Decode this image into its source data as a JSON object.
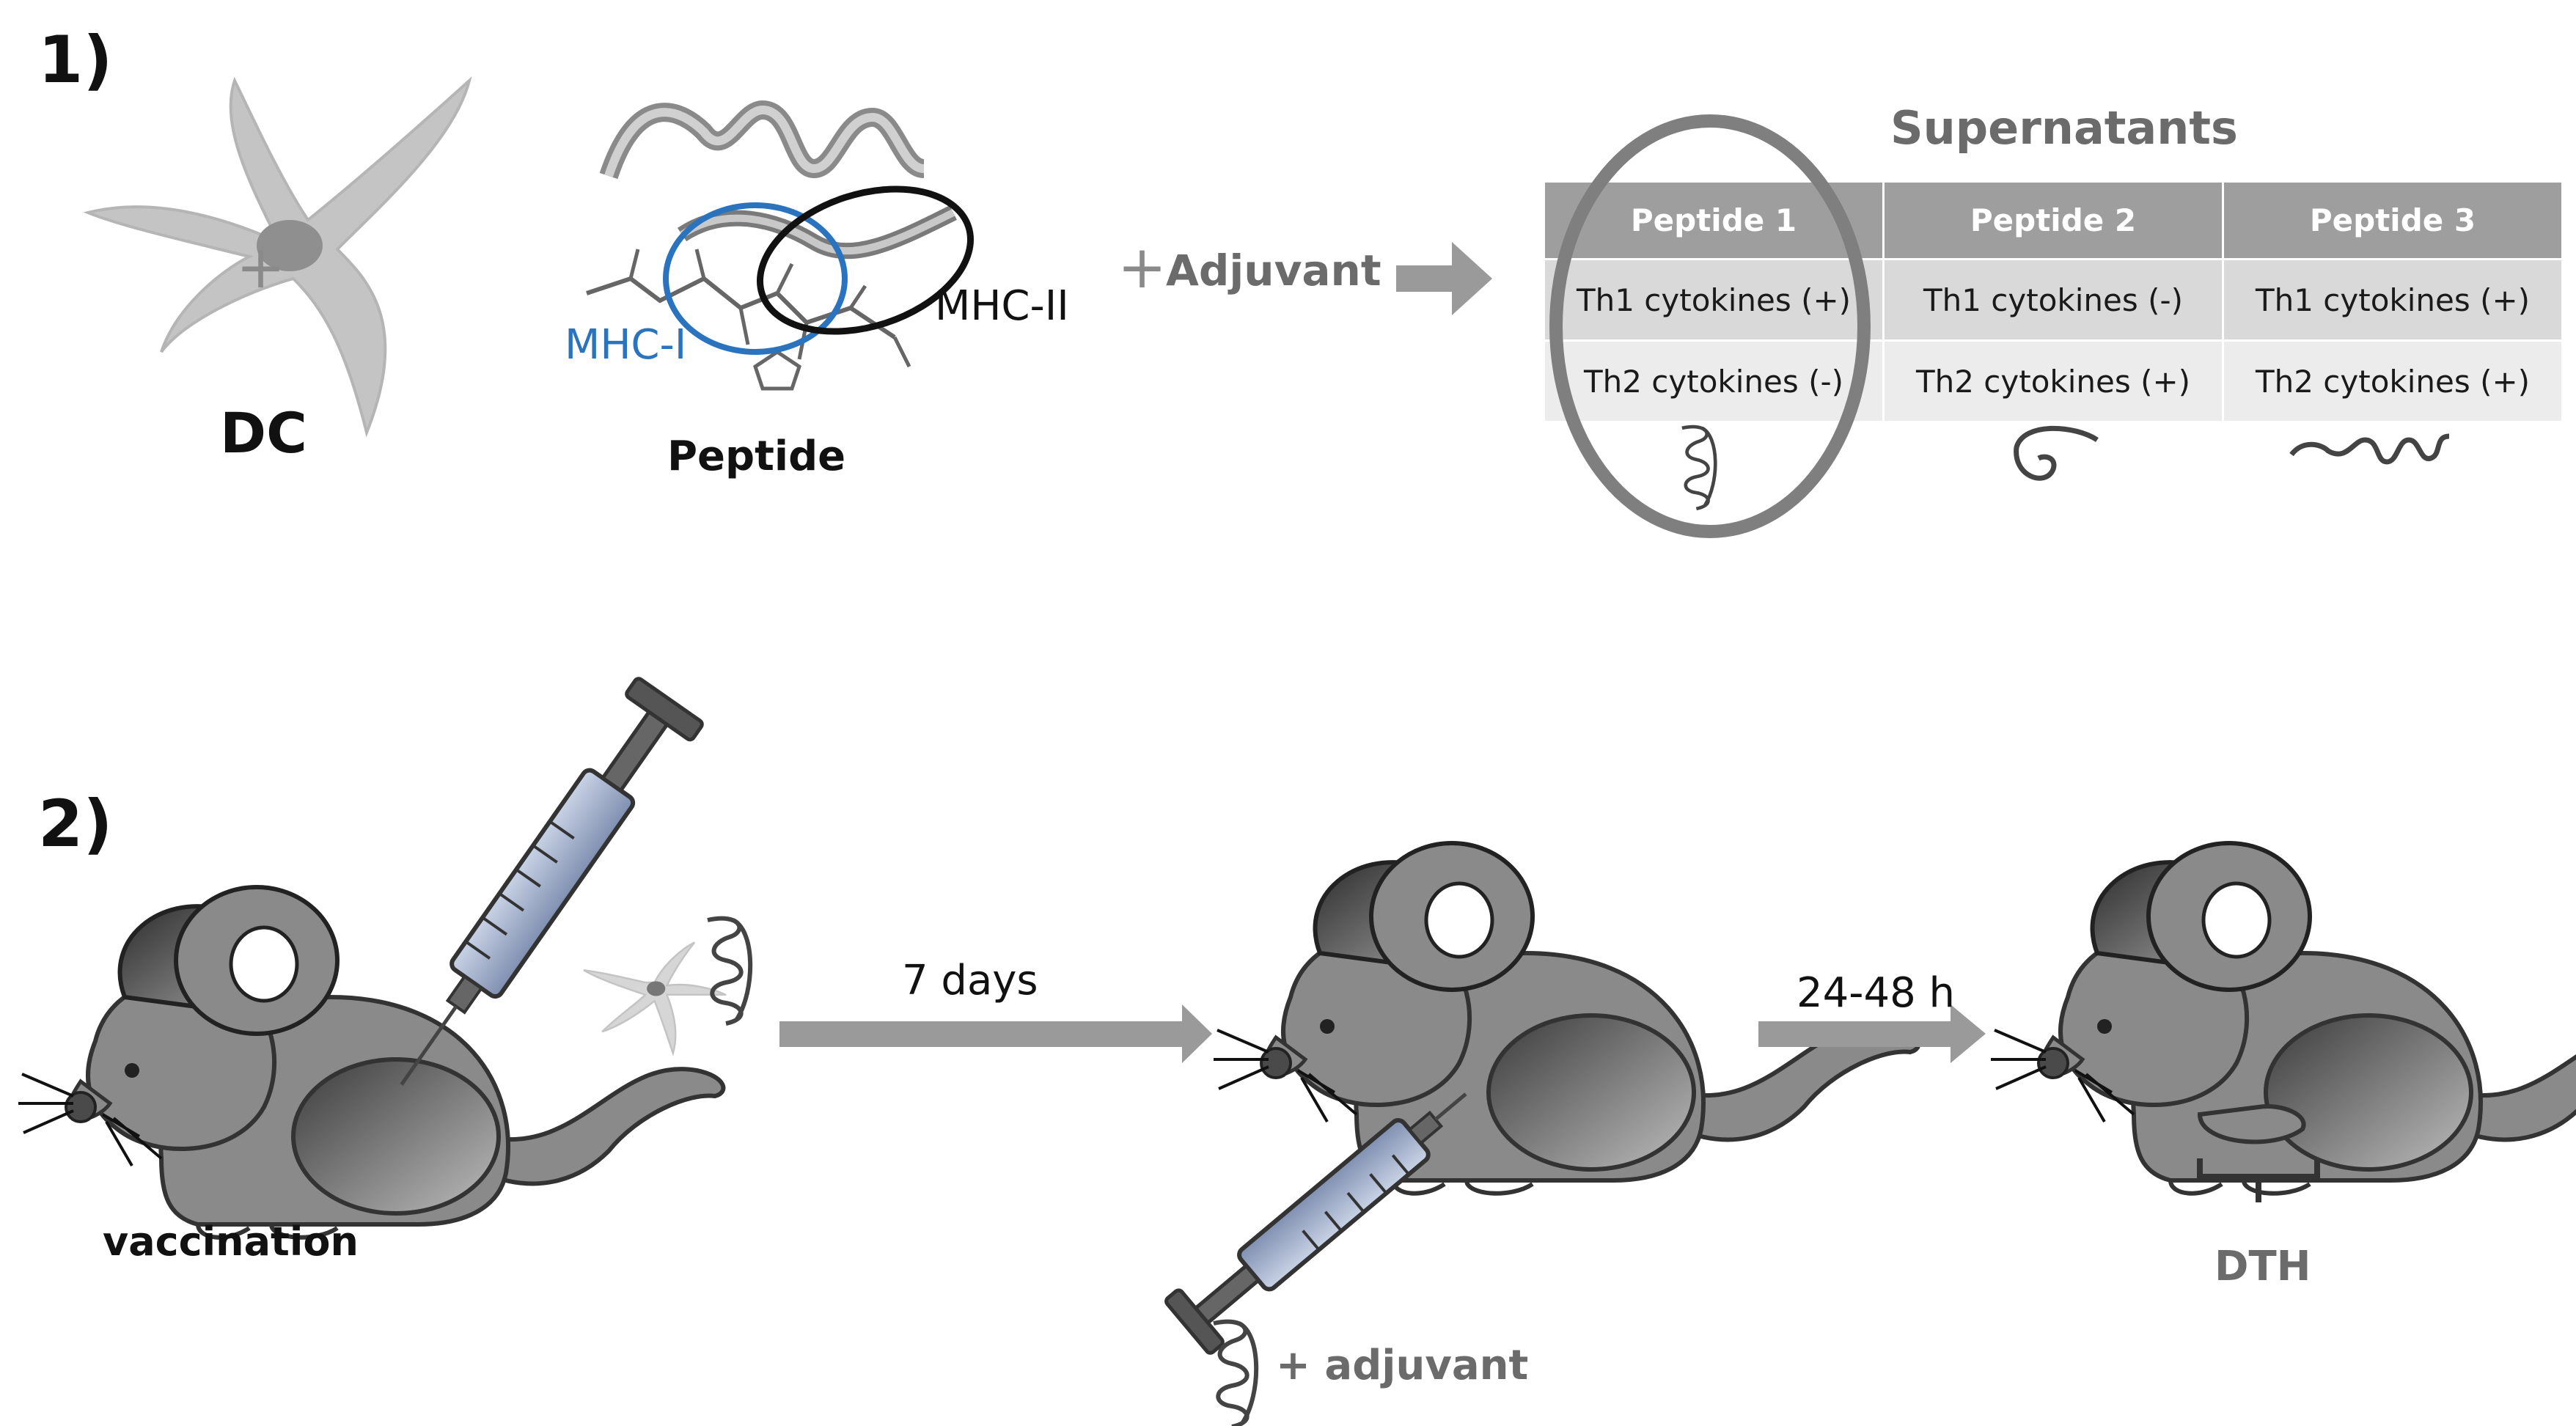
{
  "panel1": {
    "label": "1)",
    "dc_label": "DC",
    "peptide_label": "Peptide",
    "mhc1_label": "MHC-I",
    "mhc2_label": "MHC-II",
    "adjuvant_label": "Adjuvant",
    "supernatants_title": "Supernatants",
    "table": {
      "headers": [
        "Peptide 1",
        "Peptide 2",
        "Peptide 3"
      ],
      "rows": [
        [
          "Th1 cytokines (+)",
          "Th1 cytokines (-)",
          "Th1 cytokines (+)"
        ],
        [
          "Th2 cytokines (-)",
          "Th2 cytokines (+)",
          "Th2 cytokines (+)"
        ]
      ]
    }
  },
  "panel2": {
    "label": "2)",
    "vaccination_label": "vaccination",
    "interval1_label": "7 days",
    "interval2_label": "24-48 h",
    "challenge_label": "+ adjuvant",
    "dth_label": "DTH"
  },
  "colors": {
    "mhc1": "#2a74bf",
    "mhc2": "#111111",
    "arrow": "#9a9a9a",
    "header": "#9e9e9e",
    "mouse_body": "#8a8a8a"
  }
}
